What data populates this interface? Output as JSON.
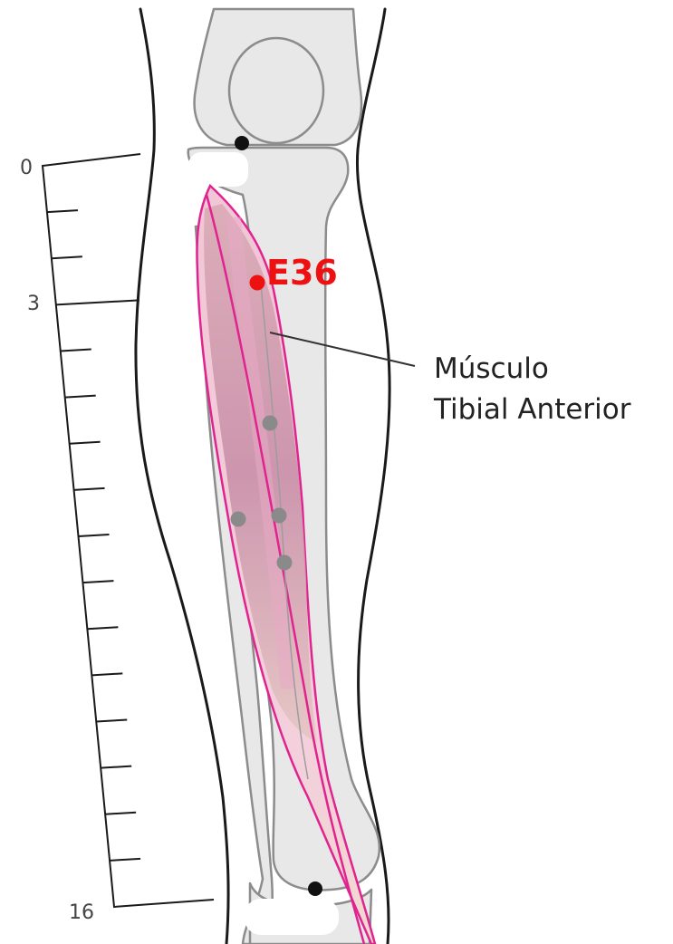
{
  "scale": {
    "labels": [
      {
        "text": "0",
        "value": 0
      },
      {
        "text": "3",
        "value": 3
      },
      {
        "text": "16",
        "value": 16
      }
    ],
    "max": 16,
    "minor_step": 1
  },
  "acupoint": {
    "code": "E36",
    "color": "#ee1111"
  },
  "muscle_label": {
    "line1": "Músculo",
    "line2": "Tibial Anterior"
  },
  "colors": {
    "outline": "#1a1a1a",
    "bone_fill": "#e8e8e8",
    "bone_stroke": "#8c8c8c",
    "muscle_outline": "#e0248f",
    "muscle_fill_light": "#f7c9dc",
    "muscle_fill_dark": "#c98da6",
    "secondary_point": "#8a8a8a",
    "landmark_point": "#111111"
  }
}
